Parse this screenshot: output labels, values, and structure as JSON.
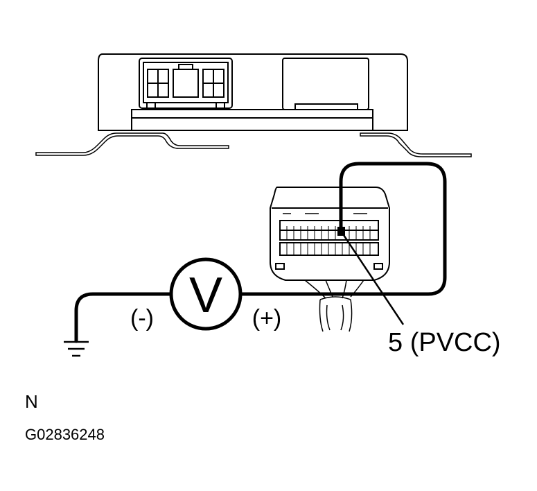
{
  "meter": {
    "symbol": "V",
    "negative_label": "(-)",
    "positive_label": "(+)"
  },
  "terminal": {
    "callout": "5 (PVCC)"
  },
  "footer": {
    "orientation": "N",
    "figure_id": "G02836248"
  }
}
